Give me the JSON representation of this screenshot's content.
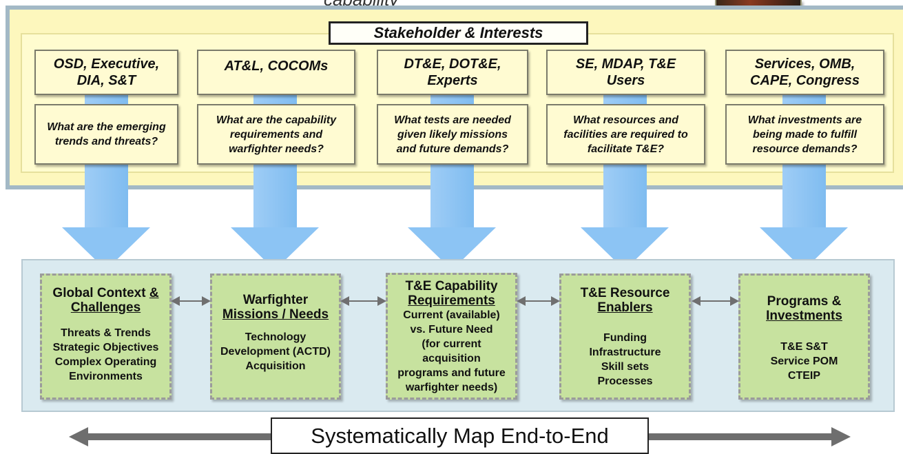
{
  "top_cut_title": "capability",
  "stakeholder_title": "Stakeholder & Interests",
  "stakeholders": [
    {
      "name": "OSD, Executive, DIA, S&T",
      "question": "What are the emerging trends and threats?"
    },
    {
      "name": "AT&L, COCOMs",
      "question": "What are the capability requirements and warfighter needs?"
    },
    {
      "name": "DT&E, DOT&E, Experts",
      "question": "What tests are needed given likely missions and future demands?"
    },
    {
      "name": "SE, MDAP, T&E Users",
      "question": "What resources and facilities are required to facilitate T&E?"
    },
    {
      "name": "Services, OMB, CAPE, Congress",
      "question": "What investments are being made to fulfill resource demands?"
    }
  ],
  "stages": [
    {
      "title_plain": "Global Context",
      "title_underlined": "& Challenges",
      "title_underlined_part2": "",
      "body": [
        "Threats & Trends",
        "Strategic Objectives",
        "Complex Operating",
        "Environments"
      ]
    },
    {
      "title_plain": "Warfighter",
      "title_underlined": "Missions / Needs",
      "title_underlined_part2": "",
      "body": [
        "Technology",
        "Development (ACTD)",
        "Acquisition"
      ]
    },
    {
      "title_plain": "T&E Capability",
      "title_underlined": "Requirements",
      "title_underlined_part2": "",
      "body": [
        "Current (available)",
        "vs. Future Need",
        "(for current",
        "acquisition",
        "programs and future",
        "warfighter needs)"
      ]
    },
    {
      "title_plain": "T&E Resource",
      "title_underlined": "Enablers",
      "title_underlined_part2": "",
      "body": [
        "Funding",
        "Infrastructure",
        "Skill sets",
        "Processes"
      ]
    },
    {
      "title_plain": "Programs &",
      "title_underlined": "Investments",
      "title_underlined_part2": "",
      "body": [
        "T&E S&T",
        "Service POM",
        "CTEIP"
      ]
    }
  ],
  "bottom_label": "Systematically Map End-to-End",
  "colors": {
    "outer_frame": "#a3b9c6",
    "top_panel": "#fdf7bd",
    "arrow_blue": "#8cc4f4",
    "stage_green": "#c7e29f",
    "bottom_panel": "#daeaf0",
    "connector_gray": "#6f6f6f"
  }
}
